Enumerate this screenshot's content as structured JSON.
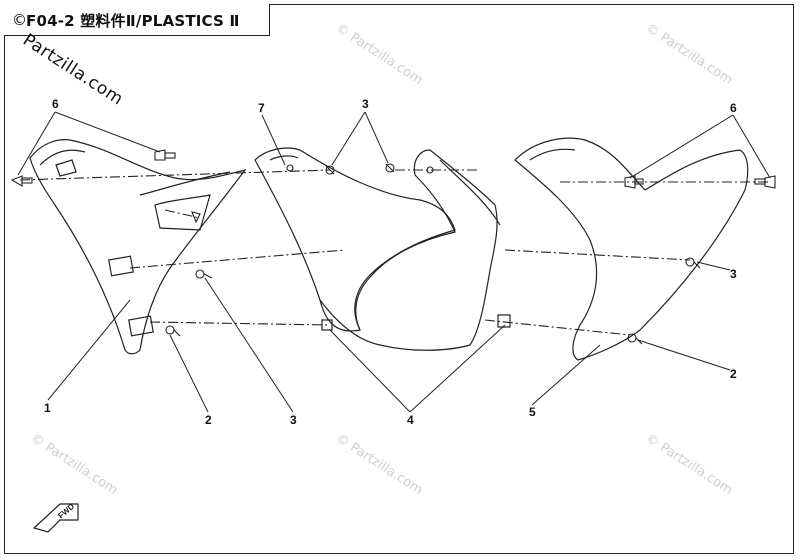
{
  "header": {
    "copyright_symbol": "©",
    "title": "F04-2  塑料件Ⅱ/PLASTICS Ⅱ"
  },
  "brand": "Partzilla.com",
  "watermark_text": "© Partzilla.com",
  "callouts": {
    "c1": "1",
    "c2a": "2",
    "c2b": "2",
    "c3a": "3",
    "c3b": "3",
    "c3c": "3",
    "c4": "4",
    "c5": "5",
    "c6a": "6",
    "c6b": "6",
    "c7": "7"
  },
  "fwd_label": "FWD",
  "colors": {
    "line": "#222222",
    "watermark": "#cfcfcf"
  }
}
